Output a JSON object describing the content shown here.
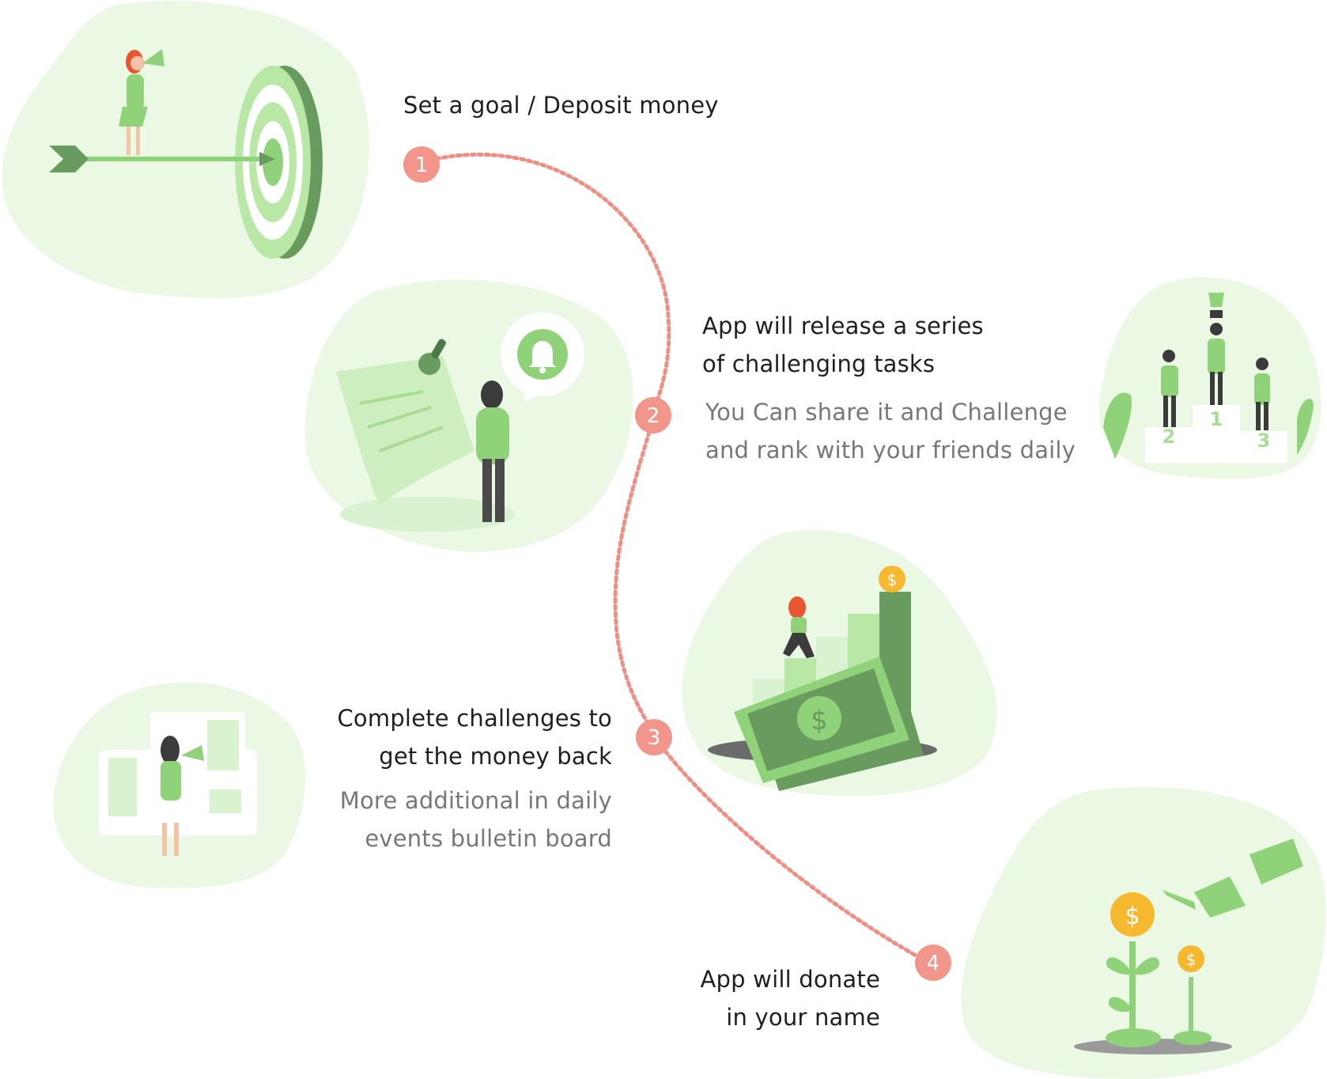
{
  "colors": {
    "blob": "#eaf8e4",
    "blob_strong": "#d9f2cf",
    "green_light": "#b9e7a6",
    "green": "#8fd27a",
    "green_dark": "#6a9b5e",
    "path_dots": "#ef8f84",
    "marker": "#f2968b",
    "coin": "#f5b82e",
    "hair": "#e8562f"
  },
  "steps": [
    {
      "number": "1",
      "title_lines": [
        "Set a goal / Deposit money"
      ],
      "desc_lines": [],
      "illustration": "target-arrow-illustration"
    },
    {
      "number": "2",
      "title_lines": [
        "App will release a series",
        "of challenging tasks"
      ],
      "desc_lines": [
        "You Can share it and Challenge",
        "and rank with your friends daily"
      ],
      "illustration": "notification-board-illustration"
    },
    {
      "number": "3",
      "title_lines": [
        "Complete challenges to",
        "get the money back"
      ],
      "desc_lines": [
        "More additional in daily",
        "events bulletin board"
      ],
      "illustration": "money-stairs-illustration"
    },
    {
      "number": "4",
      "title_lines": [
        "App will donate",
        "in your name"
      ],
      "desc_lines": [],
      "illustration": "money-plant-illustration"
    }
  ],
  "podium": {
    "places": [
      "2",
      "1",
      "3"
    ]
  },
  "icons": {
    "bell": "bell-icon",
    "dollar": "dollar-icon"
  },
  "coin_symbol": "$"
}
